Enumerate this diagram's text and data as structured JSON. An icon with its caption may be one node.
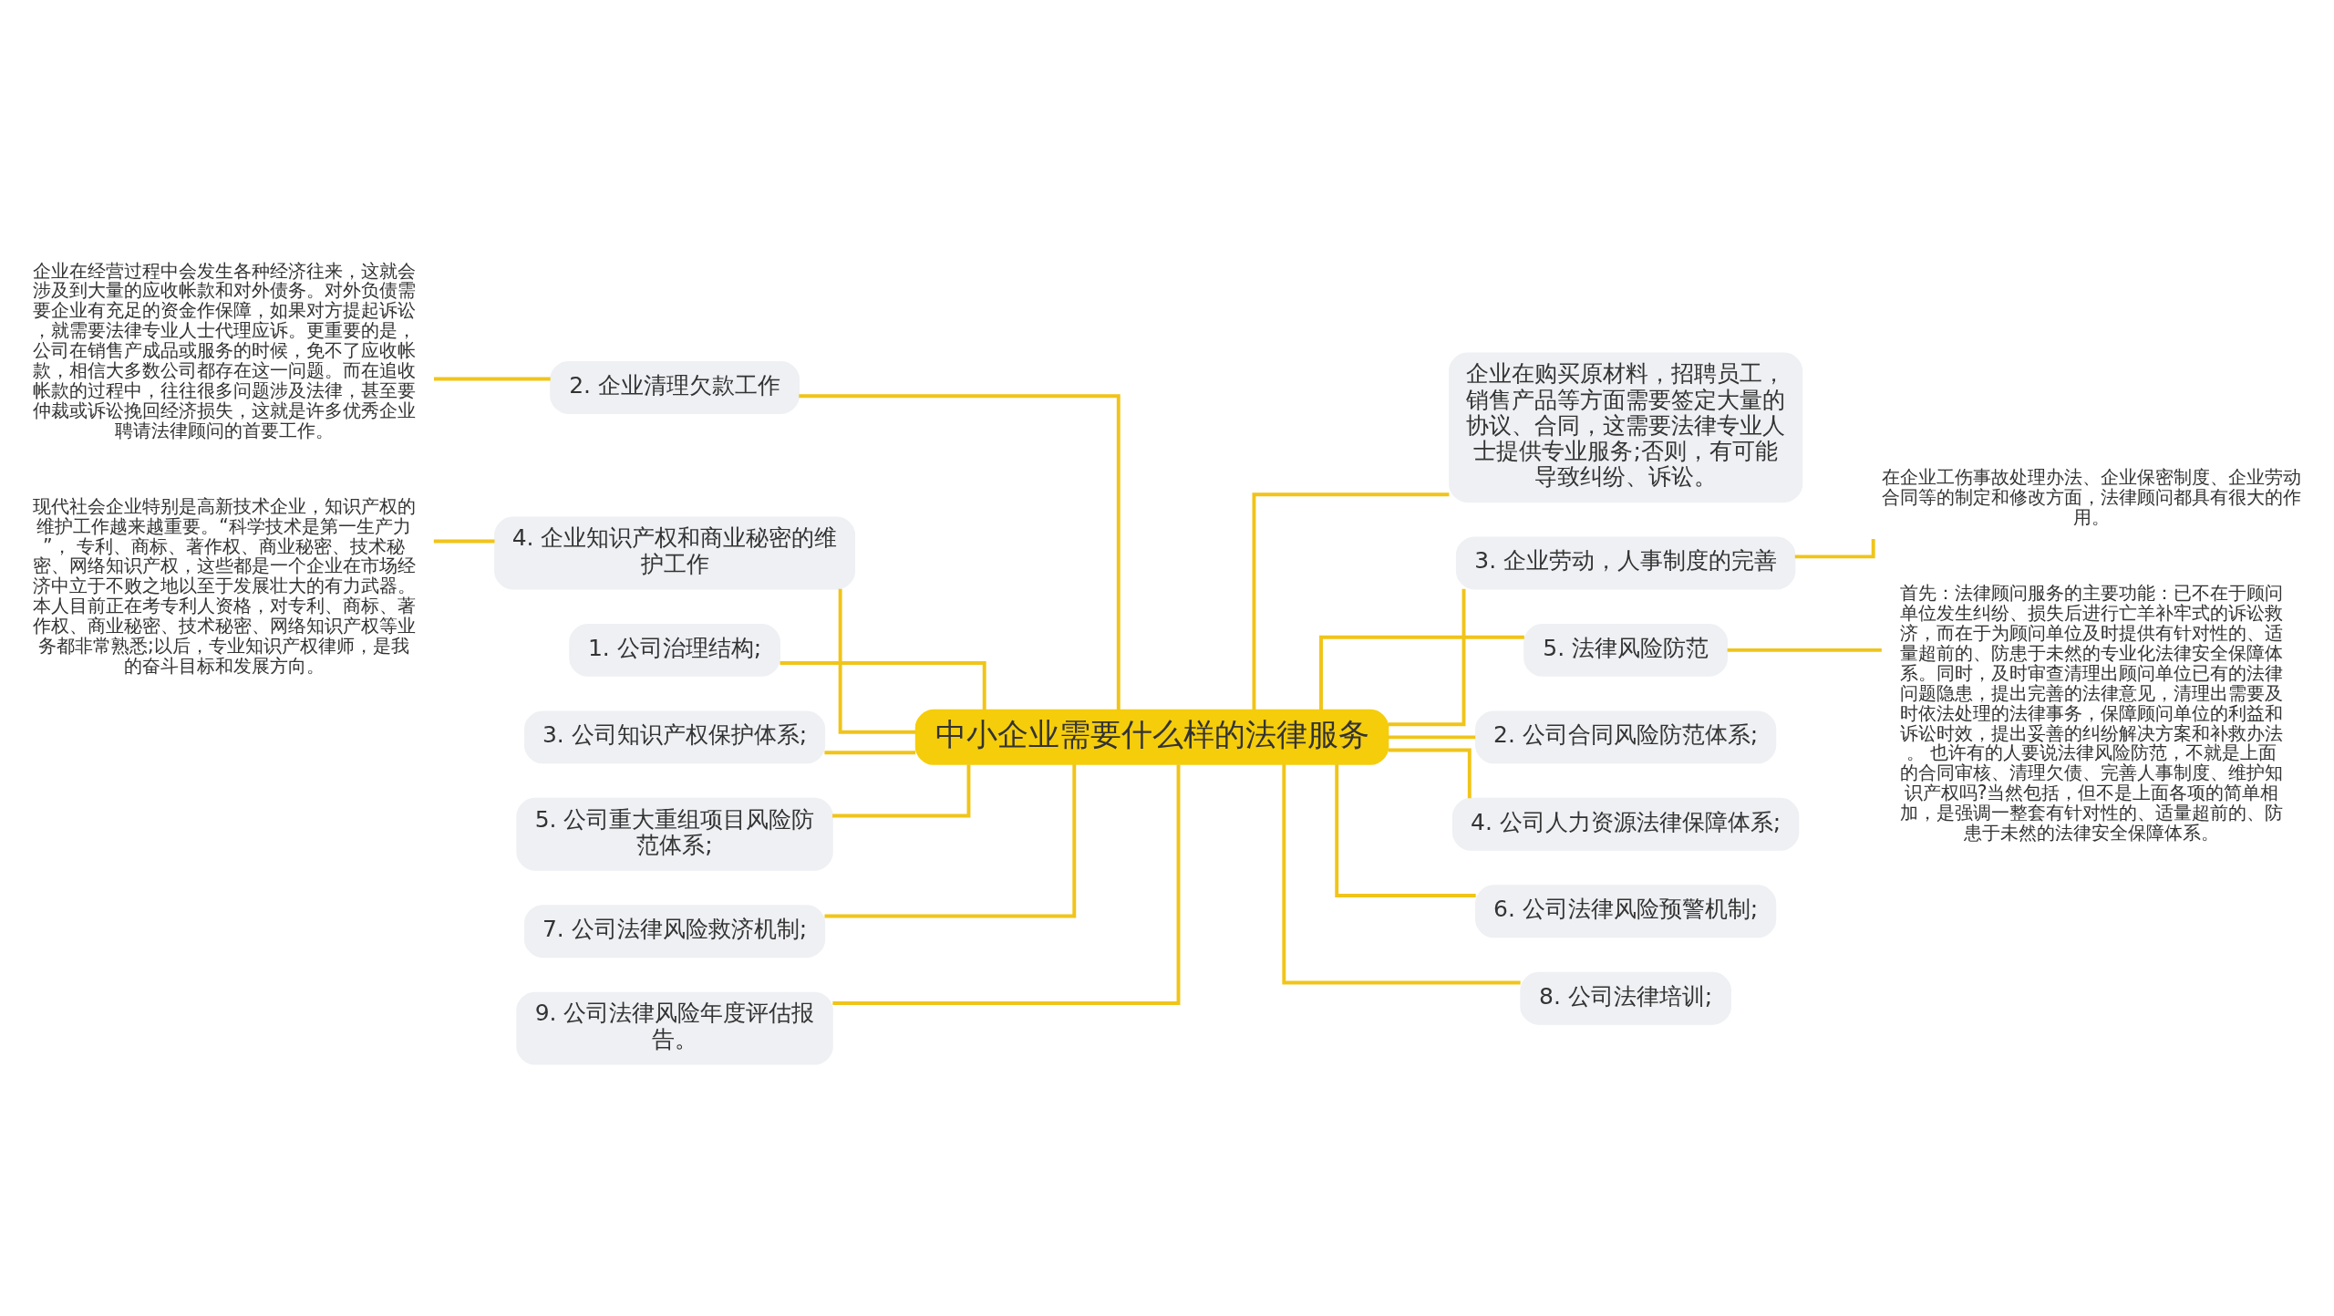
{
  "diagram": {
    "nodes": [
      {
        "text": [
          "中小企业需要什么样的法律服务"
        ]
      },
      {
        "text": [
          "企业在经营过程中会发生各种经济往来，这就会涉及到大量的应收帐款和对外债务。对外负债需要企业有充足的资金作保障，如果对方提起诉讼，就需要法律专业人士代理应诉。更重要的是，公司在销售产成品或服务的时候，免不了应收帐款，相信大多数公司都存在这一问题。而在追收帐款的过程中，往往很多问题涉及法律，甚至要仲裁或诉讼挽回经济损失，这就是许多优秀企业聘请法律顾问的首要工作。"
        ]
      },
      {
        "text": [
          "2. 企业清理欠款工作"
        ]
      },
      {
        "text": [
          "现代社会企业特别是高新技术企业，知识产权的维护工作越来越重要。“科学技术是第一生产力”， 专利、商标、著作权、商业秘密、技术秘密、网络知识产权，这些都是一个企业在市场经济中立于不败之地以至于发展壮大的有力武器。本人目前正在考专利人资格，对专利、商标、著作权、商业秘密、技术秘密、网络知识产权等业务都非常熟悉;以后，专业知识产权律师，是我的奋斗目标和发展方向。"
        ]
      },
      {
        "text": [
          "4. 企业知识产权和商业秘密的维护工作"
        ]
      },
      {
        "text": [
          "1. 公司治理结构;"
        ]
      },
      {
        "text": [
          "3. 公司知识产权保护体系;"
        ]
      },
      {
        "text": [
          "5. 公司重大重组项目风险防范体系;"
        ]
      },
      {
        "text": [
          "7. 公司法律风险救济机制;"
        ]
      },
      {
        "text": [
          "9. 公司法律风险年度评估报告。"
        ]
      },
      {
        "text": [
          "企业在购买原材料，招聘员工，销售产品等方面需要签定大量的协议、合同，这需要法律专业人士提供专业服务;否则，有可能导致纠纷、诉讼。"
        ]
      },
      {
        "text": [
          "3. 企业劳动，人事制度的完善"
        ]
      },
      {
        "text": [
          "在企业工伤事故处理办法、企业保密制度、企业劳动合同等的制定和修改方面，法律顾问都具有很大的作用。"
        ]
      },
      {
        "text": [
          "5. 法律风险防范"
        ]
      },
      {
        "text": [
          "首先：法律顾问服务的主要功能：已不在于顾问单位发生纠纷、损失后进行亡羊补牢式的诉讼救济，而在于为顾问单位及时提供有针对性的、适量超前的、防患于未然的专业化法律安全保障体系。同时，及时审查清理出顾问单位已有的法律问题隐患，提出完善的法律意见，清理出需要及时依法处理的法律事务，保障顾问单位的利益和诉讼时效，提出妥善的纠纷解决方案和补救办法。 也许有的人要说法律风险防范，不就是上面的合同审核、清理欠债、完善人事制度、维护知识产权吗?当然包括，但不是上面各项的简单相加，是强调一整套有针对性的、适量超前的、防患于未然的法律安全保障体系。"
        ]
      },
      {
        "text": [
          "2. 公司合同风险防范体系;"
        ]
      },
      {
        "text": [
          "4. 公司人力资源法律保障体系;"
        ]
      },
      {
        "text": [
          "6. 公司法律风险预警机制;"
        ]
      },
      {
        "text": [
          "8. 公司法律培训;"
        ]
      }
    ],
    "edges": [
      {
        "from": 0,
        "to": 2,
        "arrow": "none"
      },
      {
        "from": 2,
        "to": 1,
        "arrow": "none"
      },
      {
        "from": 0,
        "to": 4,
        "arrow": "none"
      },
      {
        "from": 4,
        "to": 3,
        "arrow": "none"
      },
      {
        "from": 0,
        "to": 5,
        "arrow": "none"
      },
      {
        "from": 0,
        "to": 6,
        "arrow": "none"
      },
      {
        "from": 0,
        "to": 7,
        "arrow": "none"
      },
      {
        "from": 0,
        "to": 8,
        "arrow": "none"
      },
      {
        "from": 0,
        "to": 9,
        "arrow": "none"
      },
      {
        "from": 0,
        "to": 10,
        "arrow": "none"
      },
      {
        "from": 0,
        "to": 11,
        "arrow": "none"
      },
      {
        "from": 11,
        "to": 12,
        "arrow": "none"
      },
      {
        "from": 0,
        "to": 13,
        "arrow": "none"
      },
      {
        "from": 13,
        "to": 14,
        "arrow": "none"
      },
      {
        "from": 0,
        "to": 15,
        "arrow": "none"
      },
      {
        "from": 0,
        "to": 16,
        "arrow": "none"
      },
      {
        "from": 0,
        "to": 17,
        "arrow": "none"
      },
      {
        "from": 0,
        "to": 18,
        "arrow": "none"
      }
    ]
  }
}
